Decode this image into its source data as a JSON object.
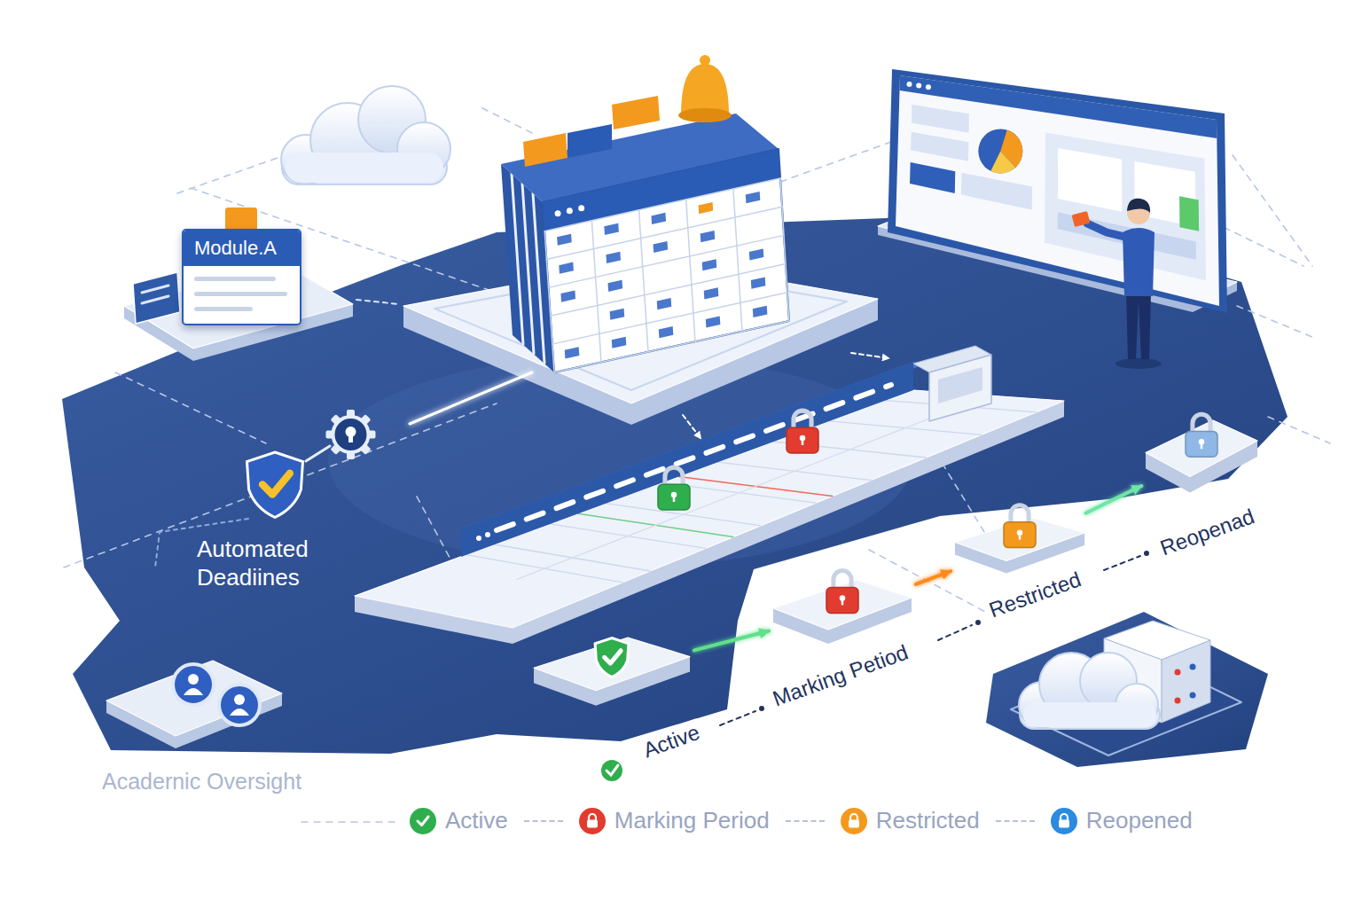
{
  "diagram": {
    "nodes": [
      {
        "text": [
          "Module.A"
        ]
      },
      {
        "text": [
          "Active"
        ]
      },
      {
        "text": [
          "Marking Petiod"
        ]
      },
      {
        "text": [
          "Restricted"
        ]
      },
      {
        "text": [
          "Reopenad"
        ]
      }
    ],
    "edges": [
      {
        "from": 1,
        "to": 2,
        "arrow": "to"
      },
      {
        "from": 2,
        "to": 3,
        "arrow": "to"
      },
      {
        "from": 3,
        "to": 4,
        "arrow": "to"
      }
    ],
    "labels": [
      "Automated Deadiines",
      "Acadernic Oversight"
    ],
    "legend": [
      {
        "text": "Active",
        "color": "#2fae4e"
      },
      {
        "text": "Marking Period",
        "color": "#e23b30"
      },
      {
        "text": "Restricted",
        "color": "#f39a1e"
      },
      {
        "text": "Reopened",
        "color": "#2a8be0"
      }
    ]
  }
}
